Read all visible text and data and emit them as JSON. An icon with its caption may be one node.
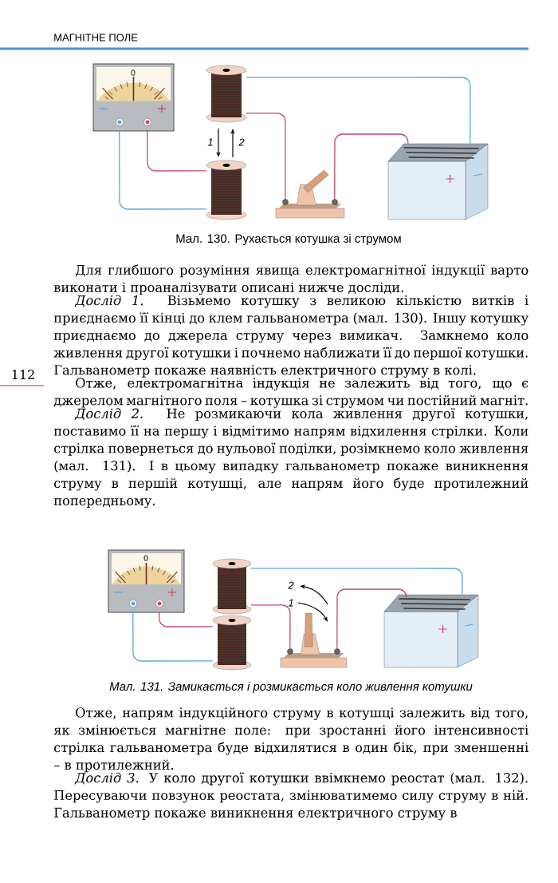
{
  "diagram": {
    "nodes": [
      {
        "text": [],
        "shape": "picture"
      },
      {
        "text": [],
        "shape": "picture"
      },
      {
        "text": [],
        "shape": "picture"
      },
      {
        "text": [],
        "shape": "picture"
      },
      {
        "text": [],
        "shape": "picture"
      },
      {
        "text": [],
        "shape": "picture"
      },
      {
        "text": [],
        "shape": "picture"
      },
      {
        "text": [],
        "shape": "picture"
      },
      {
        "text": [],
        "shape": "picture"
      },
      {
        "text": [],
        "shape": "picture"
      }
    ],
    "edges": [
      {
        "from": 0,
        "to": 2,
        "arrow": "none",
        "color": "#5aa6d8"
      },
      {
        "from": 0,
        "to": 2,
        "arrow": "none"
      },
      {
        "from": 1,
        "to": 3,
        "arrow": "none"
      },
      {
        "from": 3,
        "to": 4,
        "arrow": "none"
      },
      {
        "from": 1,
        "to": 4,
        "arrow": "none",
        "color": "#5aa6d8"
      },
      {
        "from": 5,
        "to": 7,
        "arrow": "none",
        "color": "#5aa6d8"
      },
      {
        "from": 5,
        "to": 7,
        "arrow": "none"
      },
      {
        "from": 6,
        "to": 8,
        "arrow": "none"
      },
      {
        "from": 8,
        "to": 9,
        "arrow": "none"
      },
      {
        "from": 6,
        "to": 9,
        "arrow": "none",
        "color": "#5aa6d8"
      }
    ],
    "labels": [
      "МАГНІТНЕ ПОЛЕ",
      "0",
      "1",
      "2",
      "Мал. 130. Рухається котушка зі струмом",
      "Для глибшого розуміння явища електромагнітної індукції варто виконати і проаналізувати описані нижче досліди.",
      "*Дослід 1.* Візьмемо котушку з великою кількістю витків і приєднаємо її кінці до клем гальванометра (мал. 130). Іншу котушку приєднаємо до джерела струму через вимикач. Замкнемо коло живлення другої котушки і почнемо наближати її до першої котушки. Гальванометр покаже наявність електричного струму в колі.",
      "112",
      "Отже, електромагнітна індукція не залежить від того, що є джерелом магнітного поля – котушка зі струмом чи постійний магніт.",
      "*Дослід 2.* Не розмикаючи кола живлення другої котушки, поставимо її на першу і відмітимо напрям відхилення стрілки. Коли стрілка повернеться до нульової поділки, розімкнемо коло живлення (мал. 131). І в цьому випадку гальванометр покаже виникнення струму в першій котушці, але напрям його буде протилежний попередньому.",
      "0",
      "2",
      "1",
      "Мал. 131. Замикається і розмикається коло живлення котушки",
      "Отже, напрям індукційного струму в котушці залежить від того, як змінюється магнітне поле: при зростанні його інтенсивності стрілка гальванометра буде відхилятися в один бік, при зменшенні – в протилежний.",
      "*Дослід 3.* У коло другої котушки ввімкнемо реостат (мал. 132). Пересуваючи повзунок реостата, змінюватимемо силу струму в ній. Гальванометр покаже виникнення електричного струму в"
    ]
  }
}
